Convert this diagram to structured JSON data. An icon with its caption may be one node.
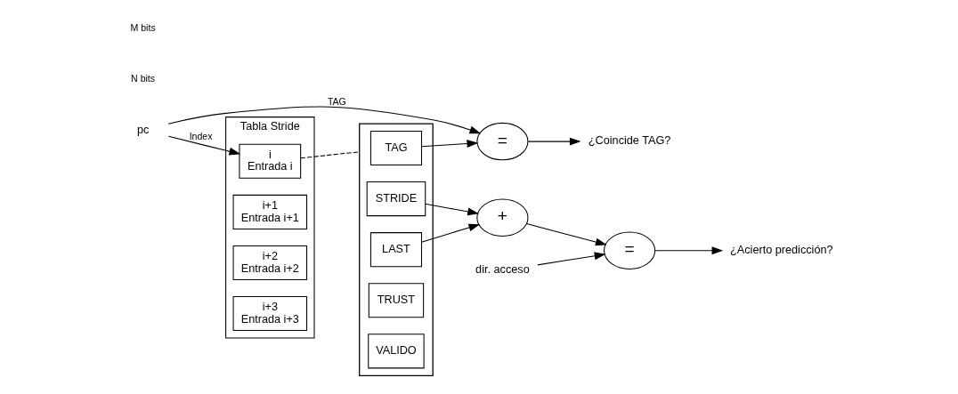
{
  "diagram": {
    "nodes": [
      {
        "text": [
          "pc"
        ]
      },
      {
        "text": [
          "Tabla Stride"
        ]
      },
      {
        "text": [
          "i",
          "Entrada i"
        ],
        "in": 1
      },
      {
        "text": [
          "i+1",
          "Entrada i+1"
        ],
        "in": 1
      },
      {
        "text": [
          "i+2",
          "Entrada i+2"
        ],
        "in": 1
      },
      {
        "text": [
          "i+3",
          "Entrada i+3"
        ],
        "in": 1
      },
      {
        "text": [],
        "shape": "box"
      },
      {
        "text": [
          "TAG"
        ],
        "in": 6
      },
      {
        "text": [
          "LAST"
        ],
        "in": 6
      },
      {
        "text": [
          "STRIDE"
        ],
        "in": 6
      },
      {
        "text": [
          "TRUST"
        ],
        "in": 6
      },
      {
        "text": [
          "VALIDO"
        ],
        "in": 6
      },
      {
        "text": [
          "+"
        ]
      },
      {
        "text": [
          "="
        ]
      },
      {
        "text": [
          "¿Acierto predicción?"
        ]
      },
      {
        "text": [
          "dir. acceso"
        ]
      },
      {
        "text": [
          "="
        ]
      },
      {
        "text": [
          "¿Coincide TAG?"
        ]
      }
    ],
    "edges": [
      {
        "from": 0,
        "to": 2,
        "arrow": "to",
        "label": "Index"
      },
      {
        "from": 0,
        "to": 16,
        "arrow": "to",
        "label": "TAG"
      },
      {
        "from": 2,
        "to": 6,
        "arrow": "none",
        "style": "dashed"
      },
      {
        "from": 8,
        "to": 12,
        "arrow": "to"
      },
      {
        "from": 9,
        "to": 12,
        "arrow": "to"
      },
      {
        "from": 12,
        "to": 13,
        "arrow": "to"
      },
      {
        "from": 15,
        "to": 13,
        "arrow": "to"
      },
      {
        "from": 13,
        "to": 14,
        "arrow": "to"
      },
      {
        "from": 7,
        "to": 16,
        "arrow": "to"
      },
      {
        "from": 16,
        "to": 17,
        "arrow": "to"
      }
    ],
    "labels": [
      "N bits",
      "M bits"
    ]
  }
}
